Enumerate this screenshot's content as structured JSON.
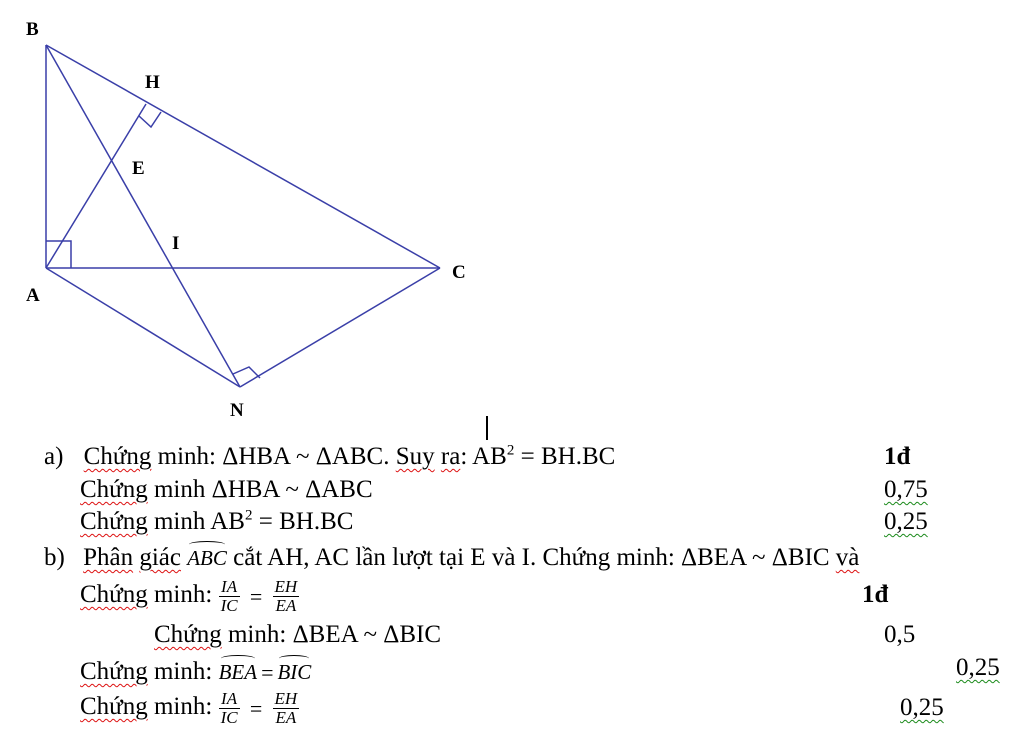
{
  "figure": {
    "labels": {
      "B": "B",
      "H": "H",
      "E": "E",
      "I": "I",
      "A": "A",
      "C": "C",
      "N": "N"
    }
  },
  "part_a": {
    "marker": "a)",
    "w_chung": "Chứng",
    "t1": " minh: ΔHBA ~ ΔABC. ",
    "w_suy": "Suy",
    "t2": " ",
    "w_ra": "ra",
    "t3": ": AB",
    "sup": "2",
    "t4": " = BH.BC",
    "score": "1đ"
  },
  "a1": {
    "w_chung": "Chứng",
    "text": " minh ΔHBA ~ ΔABC",
    "score": "0,75"
  },
  "a2": {
    "w_chung": "Chứng",
    "t1": " minh AB",
    "sup": "2",
    "t2": " = BH.BC",
    "score": "0,25"
  },
  "part_b": {
    "marker": "b)",
    "w_phan": "Phân",
    "t0": " ",
    "w_giac": "giác",
    "angle": "ABC",
    "t1": " cắt AH, AC lần lượt tại E và I. Chứng minh: ΔBEA ~ ΔBIC ",
    "w_va": "và"
  },
  "b1": {
    "w_chung": "Chứng",
    "t1": " minh: ",
    "frac1_num": "IA",
    "frac1_den": "IC",
    "eq": "=",
    "frac2_num": "EH",
    "frac2_den": "EA",
    "score": "1đ"
  },
  "b2": {
    "w_chung": "Chứng",
    "text": " minh: ΔBEA ~ ΔBIC",
    "score": "0,5"
  },
  "b3": {
    "w_chung": "Chứng",
    "t1": " minh: ",
    "angle1": "BEA",
    "eq": "=",
    "angle2": "BIC",
    "score": "0,25"
  },
  "b4": {
    "w_chung": "Chứng",
    "t1": " minh: ",
    "frac1_num": "IA",
    "frac1_den": "IC",
    "eq": "=",
    "frac2_num": "EH",
    "frac2_den": "EA",
    "score": "0,25"
  }
}
